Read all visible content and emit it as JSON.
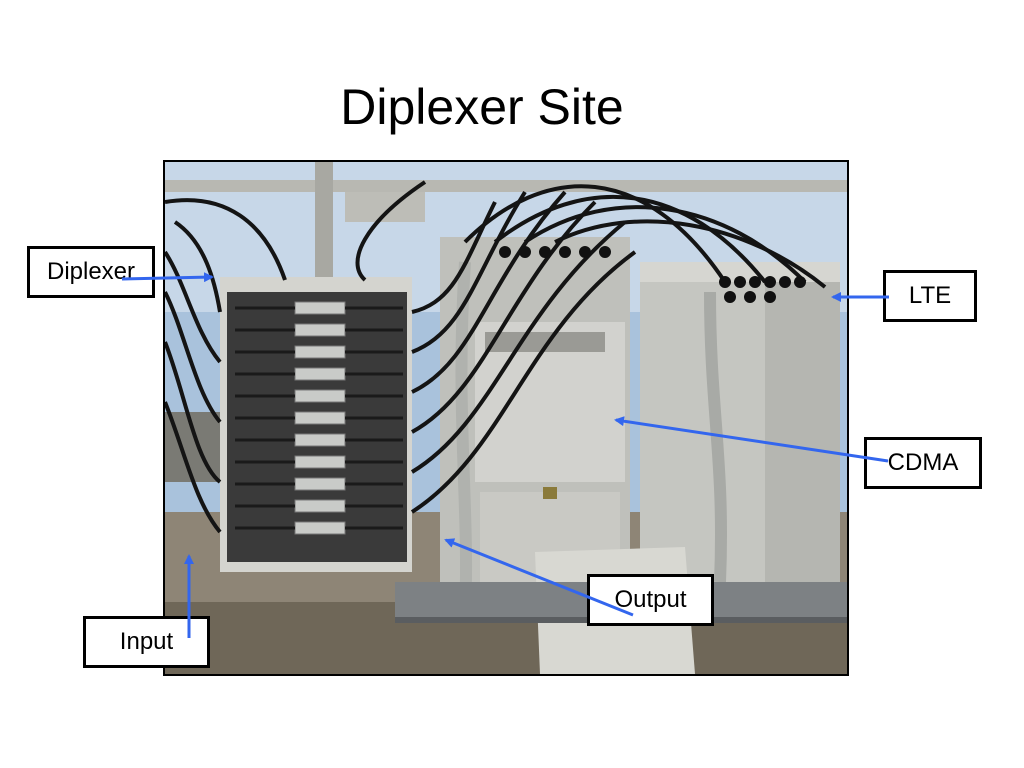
{
  "slide": {
    "title": "Diplexer Site"
  },
  "callouts": {
    "diplexer": "Diplexer",
    "lte": "LTE",
    "cdma": "CDMA",
    "output": "Output",
    "input": "Input"
  },
  "colors": {
    "arrow": "#3366ee",
    "sky": "#a9c2dc",
    "cabinet": "#c9c9c4",
    "frame": "#000000"
  }
}
